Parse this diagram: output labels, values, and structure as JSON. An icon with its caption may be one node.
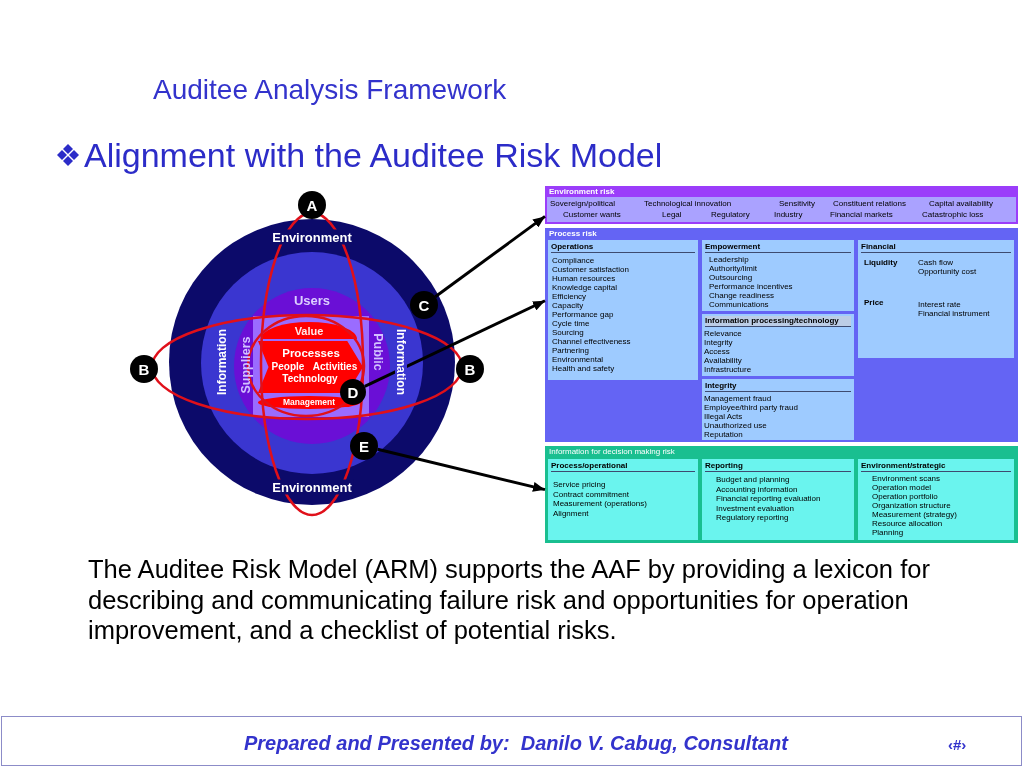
{
  "diagram": {
    "title": "Auditee Analysis Framework",
    "caption": "The Auditee Risk Model (ARM) supports the AAF by providing a lexicon for describing and communicating failure risk and opportunities for operation improvement, and a checklist of potential risks.",
    "nodes": [
      {
        "text": [
          "Environment",
          "Environment"
        ]
      },
      {
        "text": [
          "Information",
          "Information"
        ],
        "in": 0
      },
      {
        "text": [
          "Users",
          "Suppliers",
          "Public"
        ],
        "in": 1
      },
      {
        "text": [],
        "shape": "box",
        "in": 2
      },
      {
        "text": [
          "Value"
        ],
        "in": 3
      },
      {
        "text": [
          "Processes",
          "People",
          "Activities",
          "Technology"
        ],
        "in": 3
      },
      {
        "text": [
          "Management"
        ],
        "in": 3
      },
      {
        "text": [
          "A"
        ]
      },
      {
        "text": [
          "B"
        ]
      },
      {
        "text": [
          "B"
        ]
      },
      {
        "text": [
          "C"
        ],
        "in": 0
      },
      {
        "text": [
          "D"
        ],
        "in": 3
      },
      {
        "text": [
          "E"
        ],
        "in": 1
      },
      {
        "text": [
          "Environment risk"
        ]
      },
      {
        "text": [
          "Sovereign/political",
          "Technological innovation",
          "Sensitivity",
          "Constituent relations",
          "Capital availability",
          "Customer wants",
          "Legal",
          "Regulatory",
          "Industry",
          "Financial markets",
          "Catastrophic loss"
        ],
        "in": 13
      },
      {
        "text": [
          "Process risk"
        ]
      },
      {
        "text": [
          "Operations",
          "Compliance",
          "Customer satisfaction",
          "Human resources",
          "Knowledge capital",
          "Efficiency",
          "Capacity",
          "Performance gap",
          "Cycle time",
          "Sourcing",
          "Channel effectiveness",
          "Partnering",
          "Environmental",
          "Health and safety"
        ],
        "in": 15
      },
      {
        "text": [
          "Empowerment",
          "Leadership",
          "Authority/limit",
          "Outsourcing",
          "Performance incentives",
          "Change readiness",
          "Communications"
        ],
        "in": 15
      },
      {
        "text": [
          "Information processing/technology",
          "Relevance",
          "Integrity",
          "Access",
          "Availability",
          "Infrastructure"
        ],
        "in": 15
      },
      {
        "text": [
          "Integrity",
          "Management fraud",
          "Employee/third party fraud",
          "Illegal Acts",
          "Unauthorized use",
          "Reputation"
        ],
        "in": 15
      },
      {
        "text": [
          "Financial",
          "Liquidity",
          "Cash flow",
          "Opportunity cost",
          "Price",
          "Interest rate",
          "Financial instrument"
        ],
        "in": 15
      },
      {
        "text": [
          "Information for decision making risk"
        ]
      },
      {
        "text": [
          "Process/operational",
          "Service pricing",
          "Contract commitment",
          "Measurement (operations)",
          "Alignment"
        ],
        "in": 21
      },
      {
        "text": [
          "Reporting",
          "Budget and planning",
          "Accounting information",
          "Financial reporting evaluation",
          "Investment evaluation",
          "Regulatory reporting"
        ],
        "in": 21
      },
      {
        "text": [
          "Environment/strategic",
          "Environment scans",
          "Operation model",
          "Operation portfolio",
          "Organization structure",
          "Measurement (strategy)",
          "Resource allocation",
          "Planning"
        ],
        "in": 21
      }
    ],
    "edges": [
      {
        "from": 10,
        "to": 13,
        "arrow": "to"
      },
      {
        "from": 11,
        "to": 15,
        "arrow": "to"
      },
      {
        "from": 12,
        "to": 21,
        "arrow": "to"
      }
    ],
    "labels": [
      "Alignment with the Auditee Risk Model",
      "Prepared and Presented by:  Danilo V. Cabug, Consultant",
      "‹#›"
    ]
  }
}
